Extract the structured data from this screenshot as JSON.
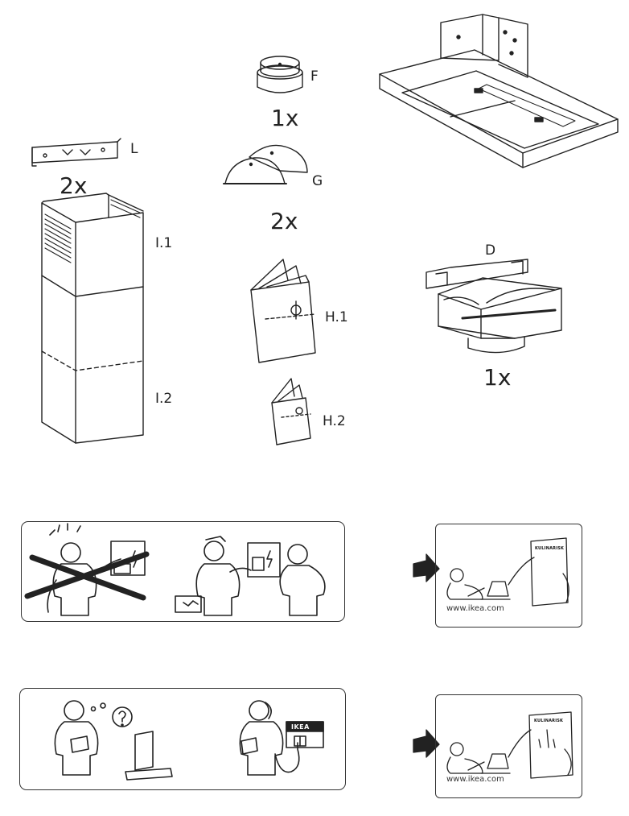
{
  "parts": {
    "F": {
      "label": "F",
      "qty": "1x"
    },
    "G": {
      "label": "G",
      "qty": "2x"
    },
    "L": {
      "label": "L",
      "qty": "2x"
    },
    "I1": {
      "label": "I.1"
    },
    "I2": {
      "label": "I.2"
    },
    "H1": {
      "label": "H.1"
    },
    "H2": {
      "label": "H.2"
    },
    "D": {
      "label": "D",
      "qty": "1x"
    }
  },
  "info_cards": [
    {
      "url": "www.ikea.com",
      "book_title": "KULINARISK"
    },
    {
      "url": "www.ikea.com",
      "book_title": "KULINARISK"
    }
  ],
  "logo_text": "IKEA"
}
